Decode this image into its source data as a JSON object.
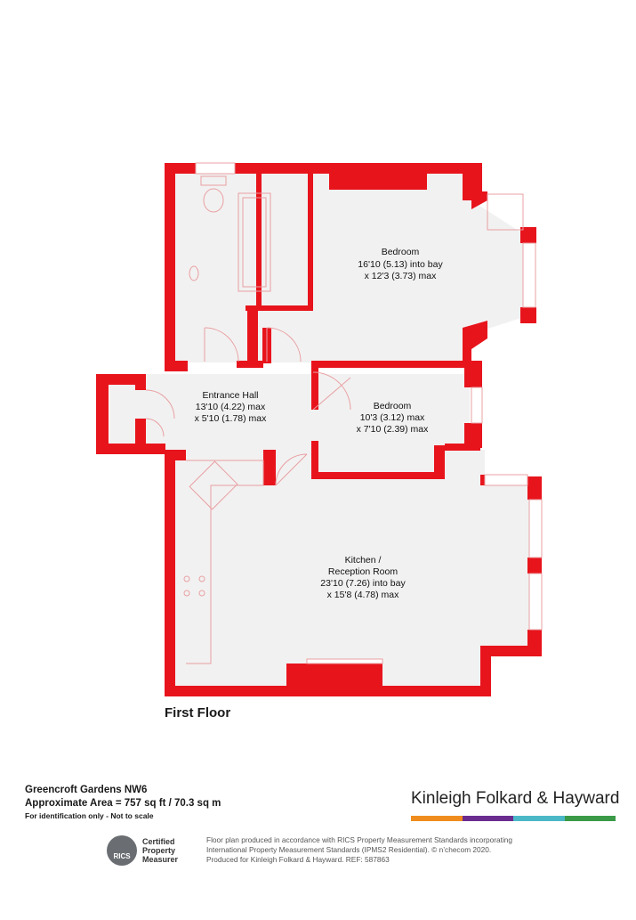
{
  "rooms": {
    "bedroom1": {
      "name": "Bedroom",
      "dim1": "16'10 (5.13) into bay",
      "dim2": "x 12'3 (3.73) max"
    },
    "hall": {
      "name": "Entrance Hall",
      "dim1": "13'10 (4.22) max",
      "dim2": "x 5'10 (1.78) max"
    },
    "bedroom2": {
      "name": "Bedroom",
      "dim1": "10'3 (3.12) max",
      "dim2": "x 7'10 (2.39) max"
    },
    "kitchen": {
      "name": "Kitchen /",
      "name2": "Reception Room",
      "dim1": "23'10 (7.26) into bay",
      "dim2": "x 15'8 (4.78) max"
    }
  },
  "floor_label": "First Floor",
  "address": "Greencroft Gardens NW6",
  "area": "Approximate Area = 757 sq ft / 70.3 sq m",
  "identification": "For identification only - Not to scale",
  "brand": {
    "name": "Kinleigh Folkard & Hayward",
    "bar_colors": [
      "#f08c1e",
      "#6a2c8f",
      "#4bb8c8",
      "#3a9a47"
    ]
  },
  "rics": {
    "badge": "RICS",
    "line1": "Certified",
    "line2": "Property",
    "line3": "Measurer"
  },
  "disclaimer": {
    "line1": "Floor plan produced in accordance with RICS Property Measurement Standards incorporating",
    "line2": "International Property Measurement Standards (IPMS2 Residential).  © n’checom 2020.",
    "line3": "Produced for Kinleigh Folkard & Hayward.   REF: 587863"
  },
  "colors": {
    "wall": "#e8141c",
    "floor": "#f2f1f1",
    "fixture": "#e8a0a3"
  }
}
